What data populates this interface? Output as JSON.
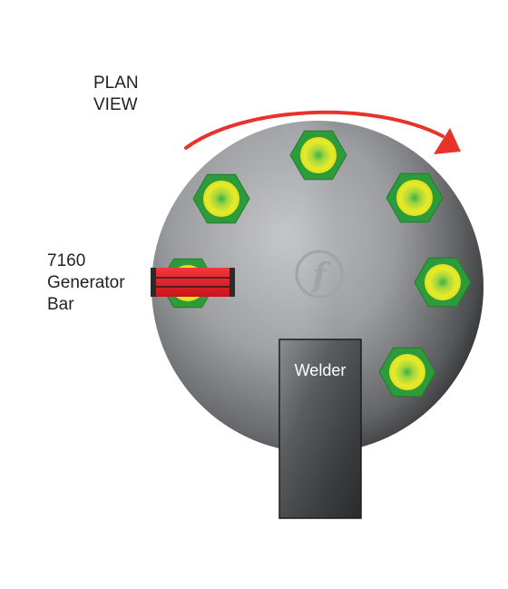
{
  "view_title_line1": "PLAN",
  "view_title_line2": "VIEW",
  "bar_label_line1": "7160",
  "bar_label_line2": "Generator",
  "bar_label_line3": "Bar",
  "welder_label": "Welder",
  "logo_letter": "f",
  "stations": [
    "nut-1",
    "nut-2",
    "nut-3",
    "nut-4",
    "nut-5",
    "nut-6"
  ],
  "colors": {
    "arrow": "#e8332a",
    "nut_hex": "#2e9b3a",
    "nut_face": "#e4e826",
    "generator_bar": "#e02127",
    "welder_body": "#3c3c3c"
  },
  "icons": {
    "rotation": "curved-arrow-icon",
    "logo": "circle-f-logo-icon"
  }
}
